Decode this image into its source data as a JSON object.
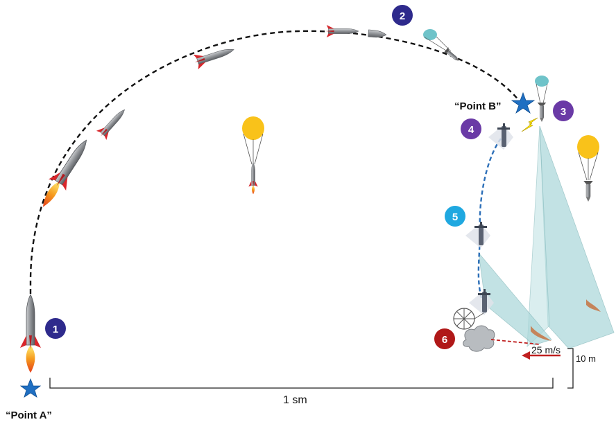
{
  "labels": {
    "point_a": "“Point A”",
    "point_b": "“Point B”",
    "distance": "1 sm",
    "speed": "25 m/s",
    "height": "10 m"
  },
  "markers": [
    {
      "number": "1",
      "color": "#2e2a8c"
    },
    {
      "number": "2",
      "color": "#2e2a8c"
    },
    {
      "number": "3",
      "color": "#6a3aa6"
    },
    {
      "number": "4",
      "color": "#6a3aa6"
    },
    {
      "number": "5",
      "color": "#1fa8e0"
    },
    {
      "number": "6",
      "color": "#b01818"
    }
  ],
  "colors": {
    "trajectory": "#111111",
    "descent_path": "#2c6fb8",
    "star": "#1f6fc2",
    "rocket_body": "#8f9296",
    "fin": "#d8262b",
    "flame": "#f59a1e",
    "balloon": "#f9c21a",
    "drogue": "#6fc3c9",
    "sensor_cone": "#a9d7d9",
    "wind_arrow": "#c02020"
  }
}
